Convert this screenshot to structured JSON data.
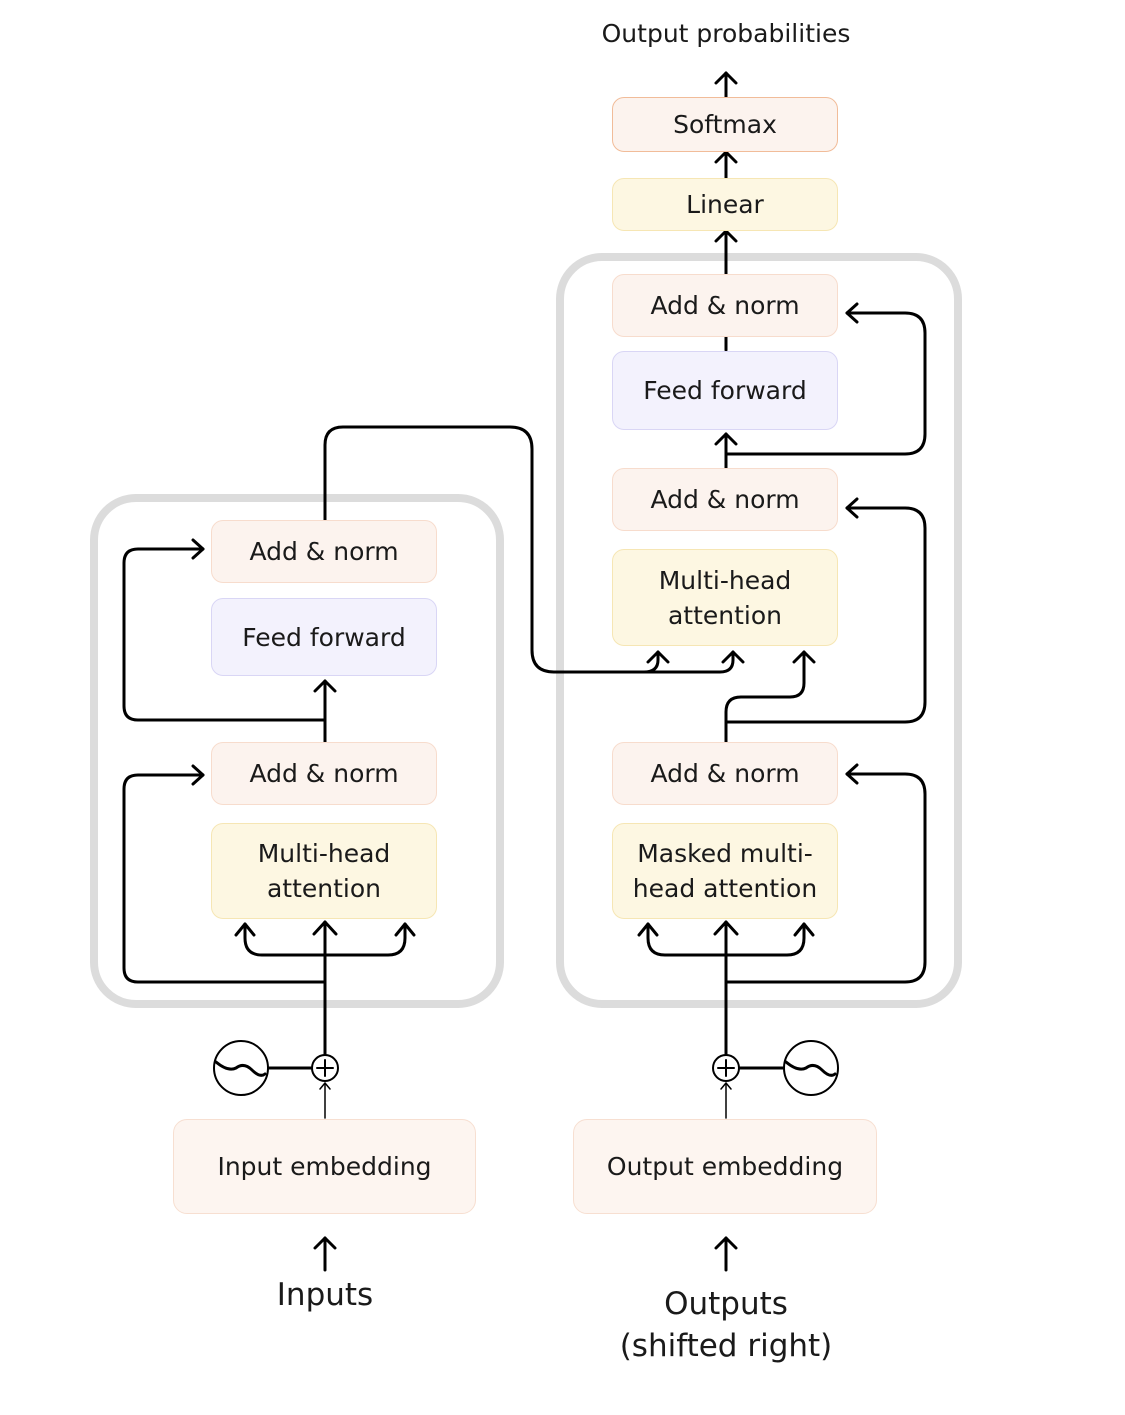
{
  "output_label": "Output probabilities",
  "decoder_head": {
    "softmax": "Softmax",
    "linear": "Linear"
  },
  "encoder": {
    "add_norm_top": "Add & norm",
    "feed_forward": "Feed forward",
    "add_norm_bottom": "Add & norm",
    "attention": "Multi-head\nattention"
  },
  "decoder": {
    "add_norm_top": "Add & norm",
    "feed_forward": "Feed forward",
    "add_norm_middle": "Add & norm",
    "cross_attention": "Multi-head\nattention",
    "add_norm_bottom": "Add & norm",
    "masked_attention": "Masked multi-\nhead attention"
  },
  "embeddings": {
    "input": "Input embedding",
    "output": "Output embedding"
  },
  "inputs_label": "Inputs",
  "outputs_label": "Outputs\n(shifted right)",
  "colors": {
    "add_norm": "#fcf3ee",
    "attention": "#fdf7e2",
    "feed_forward": "#f3f2fd",
    "layer_frame": "#dcdcdc"
  }
}
